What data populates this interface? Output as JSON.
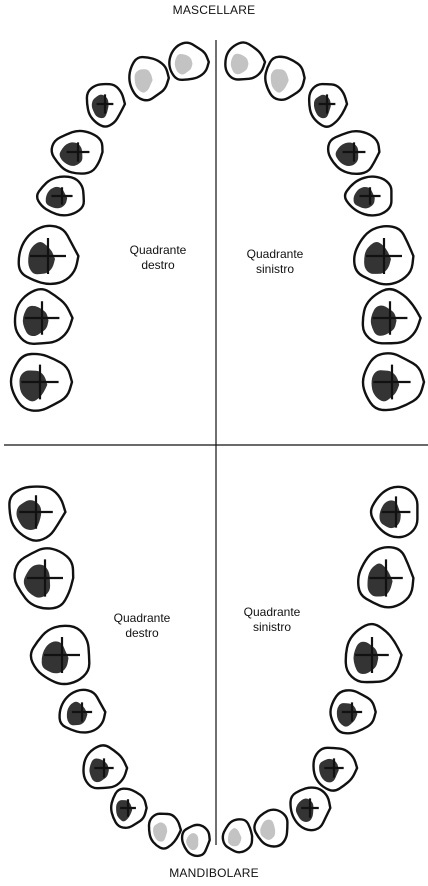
{
  "labels": {
    "upper_arch": "MASCELLARE",
    "lower_arch": "MANDIBOLARE"
  },
  "quadrants": {
    "upper_right": {
      "line1": "Quadrante",
      "line2": "destro"
    },
    "upper_left": {
      "line1": "Quadrante",
      "line2": "sinistro"
    },
    "lower_right": {
      "line1": "Quadrante",
      "line2": "destro"
    },
    "lower_left": {
      "line1": "Quadrante",
      "line2": "sinistro"
    }
  },
  "colors": {
    "ink": "#111111",
    "background": "#ffffff"
  }
}
